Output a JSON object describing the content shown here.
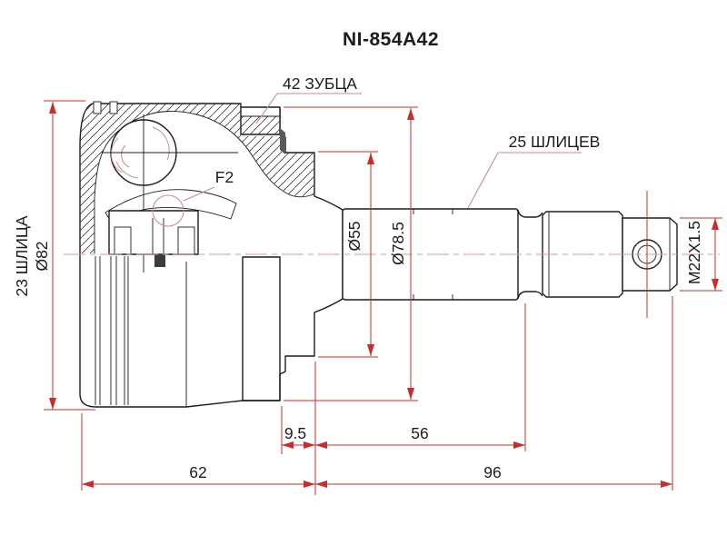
{
  "drawing": {
    "part_number": "NI-854A42",
    "callouts": {
      "abs_teeth": "42 ЗУБЦА",
      "shaft_splines": "25 ШЛИЦЕВ",
      "inner_race_splines": "23 ШЛИЦА",
      "grease_code": "F2"
    },
    "diameters": {
      "bell_outer": "Ø82",
      "boot_seat": "Ø55",
      "abs_ring": "Ø78.5",
      "thread": "M22X1.5"
    },
    "lengths": {
      "abs_ring_offset": "9.5",
      "shaft_section": "56",
      "bell_length": "62",
      "stem_length": "96"
    },
    "colors": {
      "outline": "#1c1c1c",
      "dimension_red": "#cc2b2b",
      "leader_pink": "#c98e8e",
      "centerline_pink": "#d79c9c",
      "background": "#ffffff"
    }
  }
}
